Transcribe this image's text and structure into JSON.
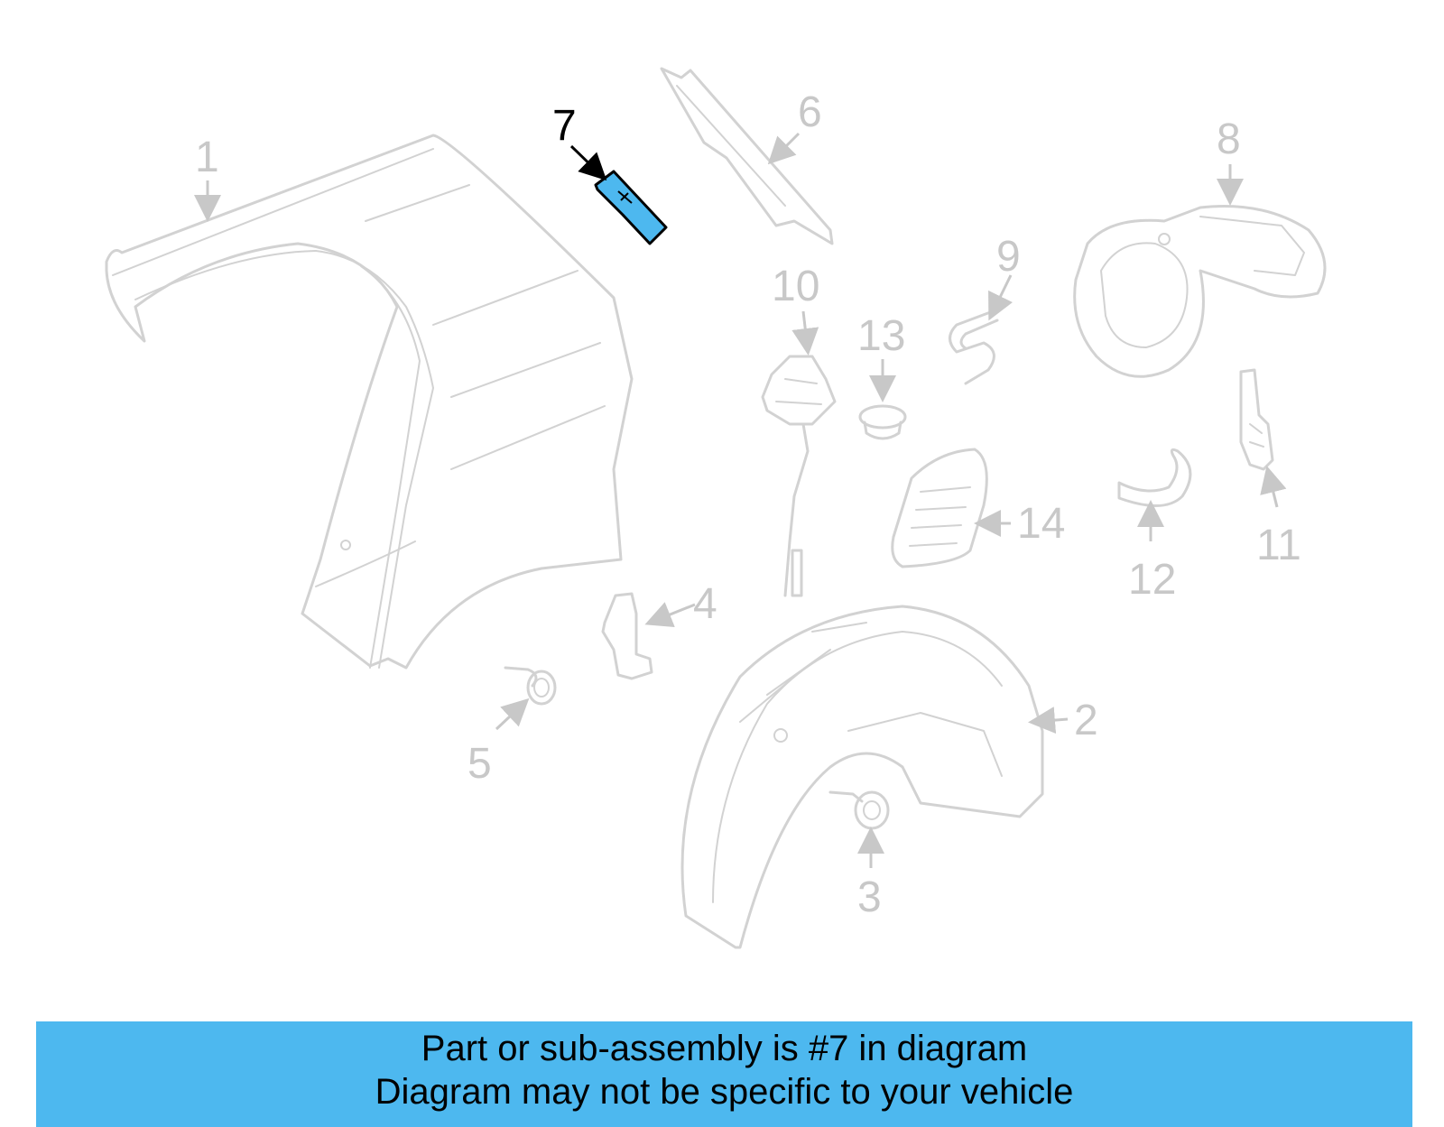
{
  "diagram": {
    "highlight_color": "#4db8ef",
    "highlighted_part": "7",
    "callouts": [
      {
        "id": "1",
        "label": "1"
      },
      {
        "id": "2",
        "label": "2"
      },
      {
        "id": "3",
        "label": "3"
      },
      {
        "id": "4",
        "label": "4"
      },
      {
        "id": "5",
        "label": "5"
      },
      {
        "id": "6",
        "label": "6"
      },
      {
        "id": "7",
        "label": "7"
      },
      {
        "id": "8",
        "label": "8"
      },
      {
        "id": "9",
        "label": "9"
      },
      {
        "id": "10",
        "label": "10"
      },
      {
        "id": "11",
        "label": "11"
      },
      {
        "id": "12",
        "label": "12"
      },
      {
        "id": "13",
        "label": "13"
      },
      {
        "id": "14",
        "label": "14"
      }
    ]
  },
  "banner": {
    "line1": "Part or sub-assembly is #7 in diagram",
    "line2": "Diagram may not be specific to your vehicle",
    "color": "#4db8ef"
  }
}
